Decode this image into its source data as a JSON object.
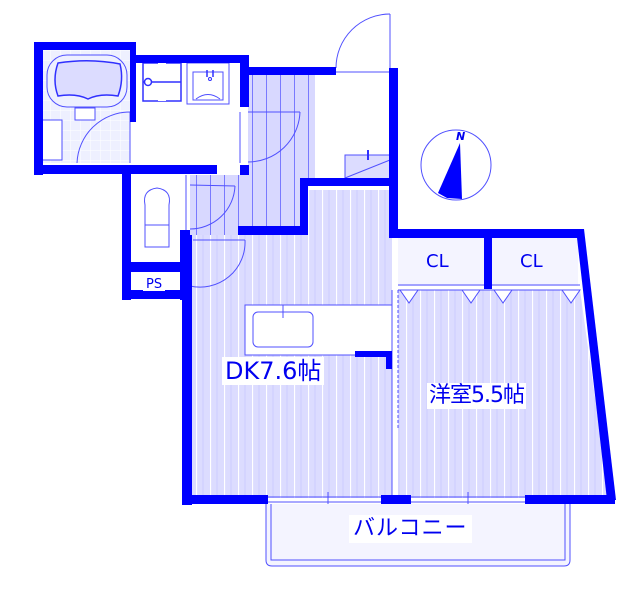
{
  "floor_plan": {
    "colors": {
      "wall": "#0000ff",
      "floor_fill": "#dcdcff",
      "line": "#5050ff",
      "text": "#0000f0",
      "background": "#ffffff"
    },
    "rooms": {
      "dk": {
        "label": "DK7.6帖",
        "type": "dining-kitchen",
        "size_jo": 7.6
      },
      "western": {
        "label": "洋室5.5帖",
        "type": "western-room",
        "size_jo": 5.5
      },
      "closet_1": {
        "label": "CL"
      },
      "closet_2": {
        "label": "CL"
      },
      "pipe_space": {
        "label": "PS"
      },
      "balcony": {
        "label": "バルコニー"
      }
    },
    "compass": {
      "label": "N"
    },
    "fixtures": [
      "bathtub",
      "washing-machine-pan",
      "washbasin",
      "toilet",
      "kitchen-sink",
      "shoe-cabinet"
    ]
  }
}
